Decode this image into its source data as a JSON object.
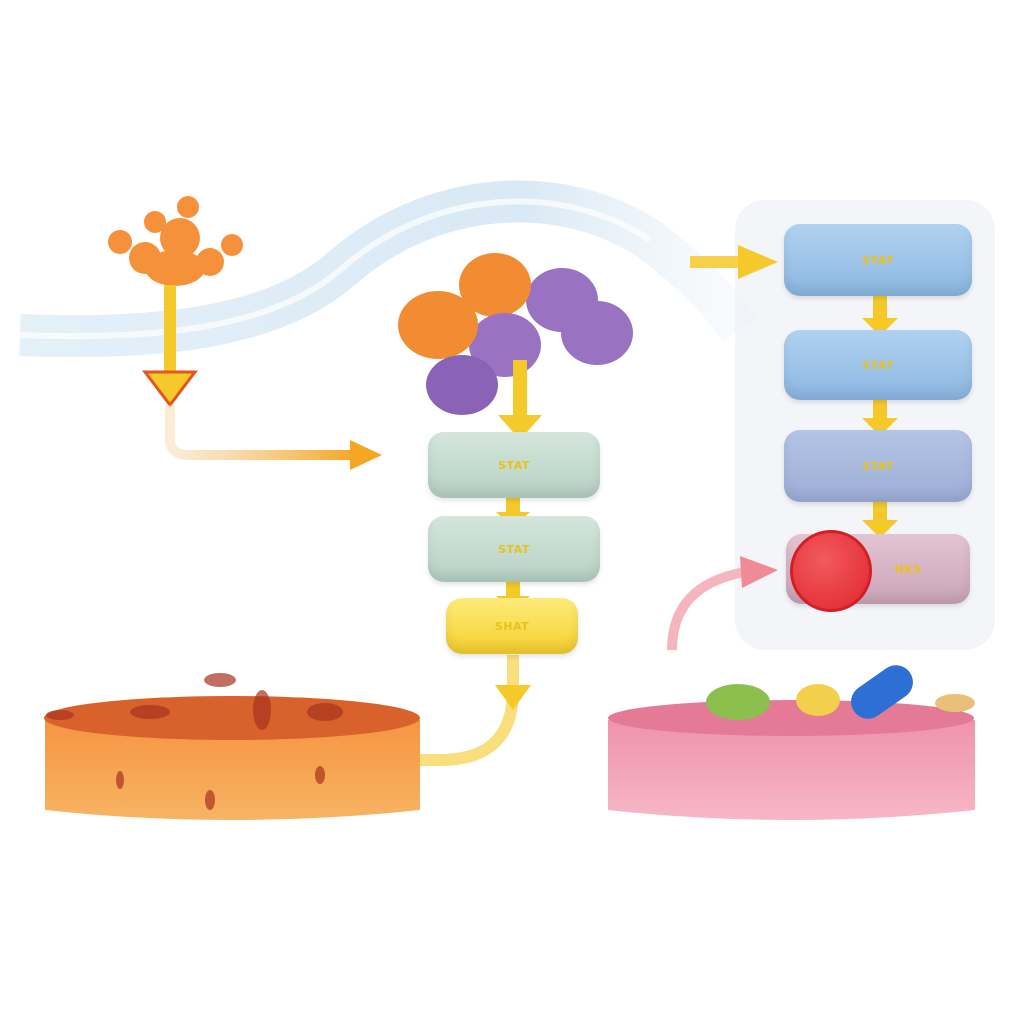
{
  "middle_column": {
    "boxes": [
      {
        "label": "STAT",
        "color": "#c6dcd0"
      },
      {
        "label": "STAT",
        "color": "#c6dcd0"
      },
      {
        "label": "SHAT",
        "color": "#f9dc4a"
      }
    ]
  },
  "right_column": {
    "boxes": [
      {
        "label": "STAT",
        "color": "#9fc4ea"
      },
      {
        "label": "STAT",
        "color": "#9fc4ea"
      },
      {
        "label": "STAT",
        "color": "#a9b9de"
      },
      {
        "label": "NKS",
        "color": "#d7b4c5"
      }
    ]
  },
  "colors": {
    "arrow": "#f5c92a",
    "orange_arrow": "#f5a623",
    "red_ball": "#e8393f",
    "left_tissue": "#f39a4a",
    "right_tissue": "#f3a4b8",
    "vessel": "#cfe3f2"
  }
}
